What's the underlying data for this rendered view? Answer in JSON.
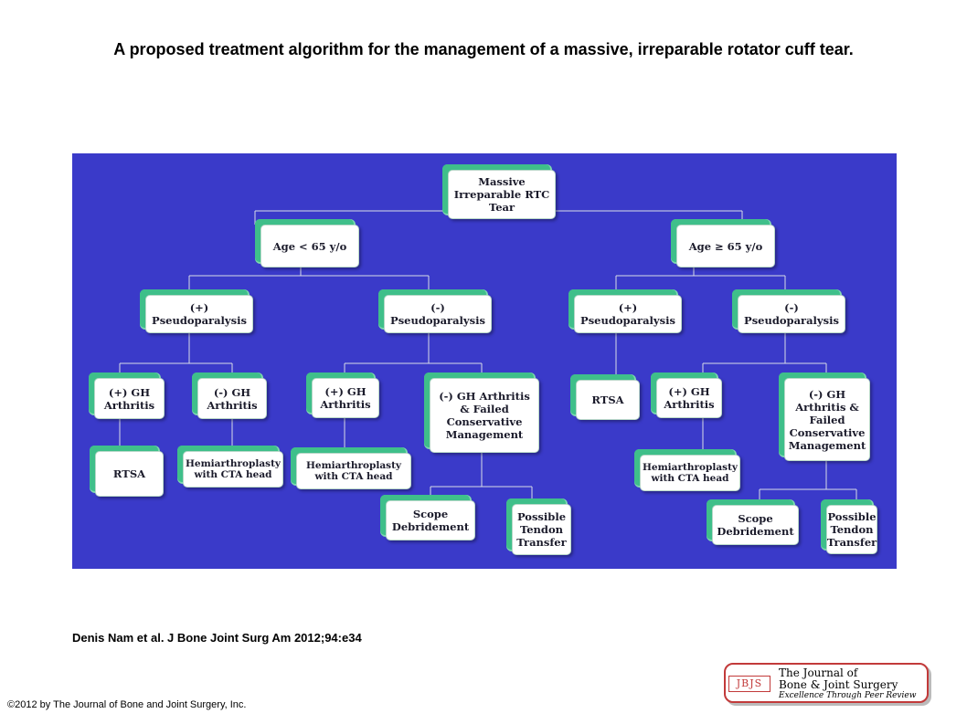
{
  "title": "A proposed treatment algorithm for the management of a massive, irreparable rotator cuff tear.",
  "citation": "Denis Nam et al. J Bone Joint Surg Am 2012;94:e34",
  "copyright": "©2012 by The Journal of Bone and Joint Surgery, Inc.",
  "logo": {
    "abbr": "JBJS",
    "line1": "The Journal of",
    "line2": "Bone & Joint Surgery",
    "line3": "Excellence Through Peer Review"
  },
  "colors": {
    "background": "#3a3ac9",
    "node_fill": "#ffffff",
    "node_accent": "#3fbf8a"
  },
  "nodes": {
    "root": "Massive\nIrreparable RTC\nTear",
    "age_lt": "Age < 65 y/o",
    "age_ge": "Age ≥ 65 y/o",
    "l_pos_pseudo": "(+)\nPseudoparalysis",
    "l_neg_pseudo": "(-)\nPseudoparalysis",
    "r_pos_pseudo": "(+)\nPseudoparalysis",
    "r_neg_pseudo": "(-)\nPseudoparalysis",
    "l_pos_gh": "(+) GH\nArthritis",
    "l_neg_gh": "(-) GH\nArthritis",
    "l_rtsa": "RTSA",
    "l_hemi1": "Hemiarthroplasty\nwith CTA head",
    "ln_pos_gh": "(+) GH\nArthritis",
    "ln_neg_gh_failed": "(-) GH Arthritis\n& Failed\nConservative\nManagement",
    "ln_hemi": "Hemiarthroplasty\nwith CTA head",
    "ln_scope": "Scope\nDebridement",
    "ln_tendon": "Possible\nTendon\nTransfer",
    "r_rtsa": "RTSA",
    "rn_pos_gh": "(+) GH\nArthritis",
    "rn_hemi": "Hemiarthroplasty\nwith CTA head",
    "rn_neg_gh_failed": "(-) GH\nArthritis &\nFailed\nConservative\nManagement",
    "rn_scope": "Scope\nDebridement",
    "rn_tendon": "Possible\nTendon\nTransfer"
  }
}
